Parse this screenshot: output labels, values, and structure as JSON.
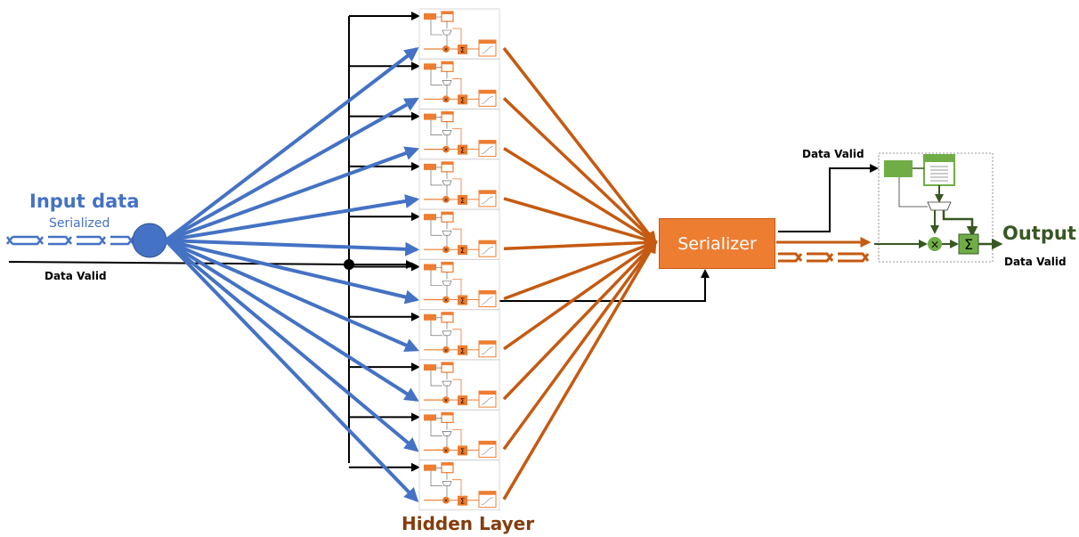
{
  "colors": {
    "input": "#4472c4",
    "hidden": "#c55a11",
    "neuron": "#ed7d31",
    "output": "#70ad47",
    "output_text": "#385723",
    "hidden_text": "#843c0c",
    "line": "#000000"
  },
  "labels": {
    "input_title": "Input data",
    "input_subtitle": "Serialized",
    "data_valid_left": "Data Valid",
    "serializer": "Serializer",
    "hidden_layer": "Hidden Layer",
    "data_valid_top": "Data Valid",
    "output": "Output",
    "data_valid_output": "Data Valid",
    "sum_symbol": "Σ",
    "mult_symbol": "×"
  },
  "hidden_layer": {
    "neuron_count": 10
  }
}
